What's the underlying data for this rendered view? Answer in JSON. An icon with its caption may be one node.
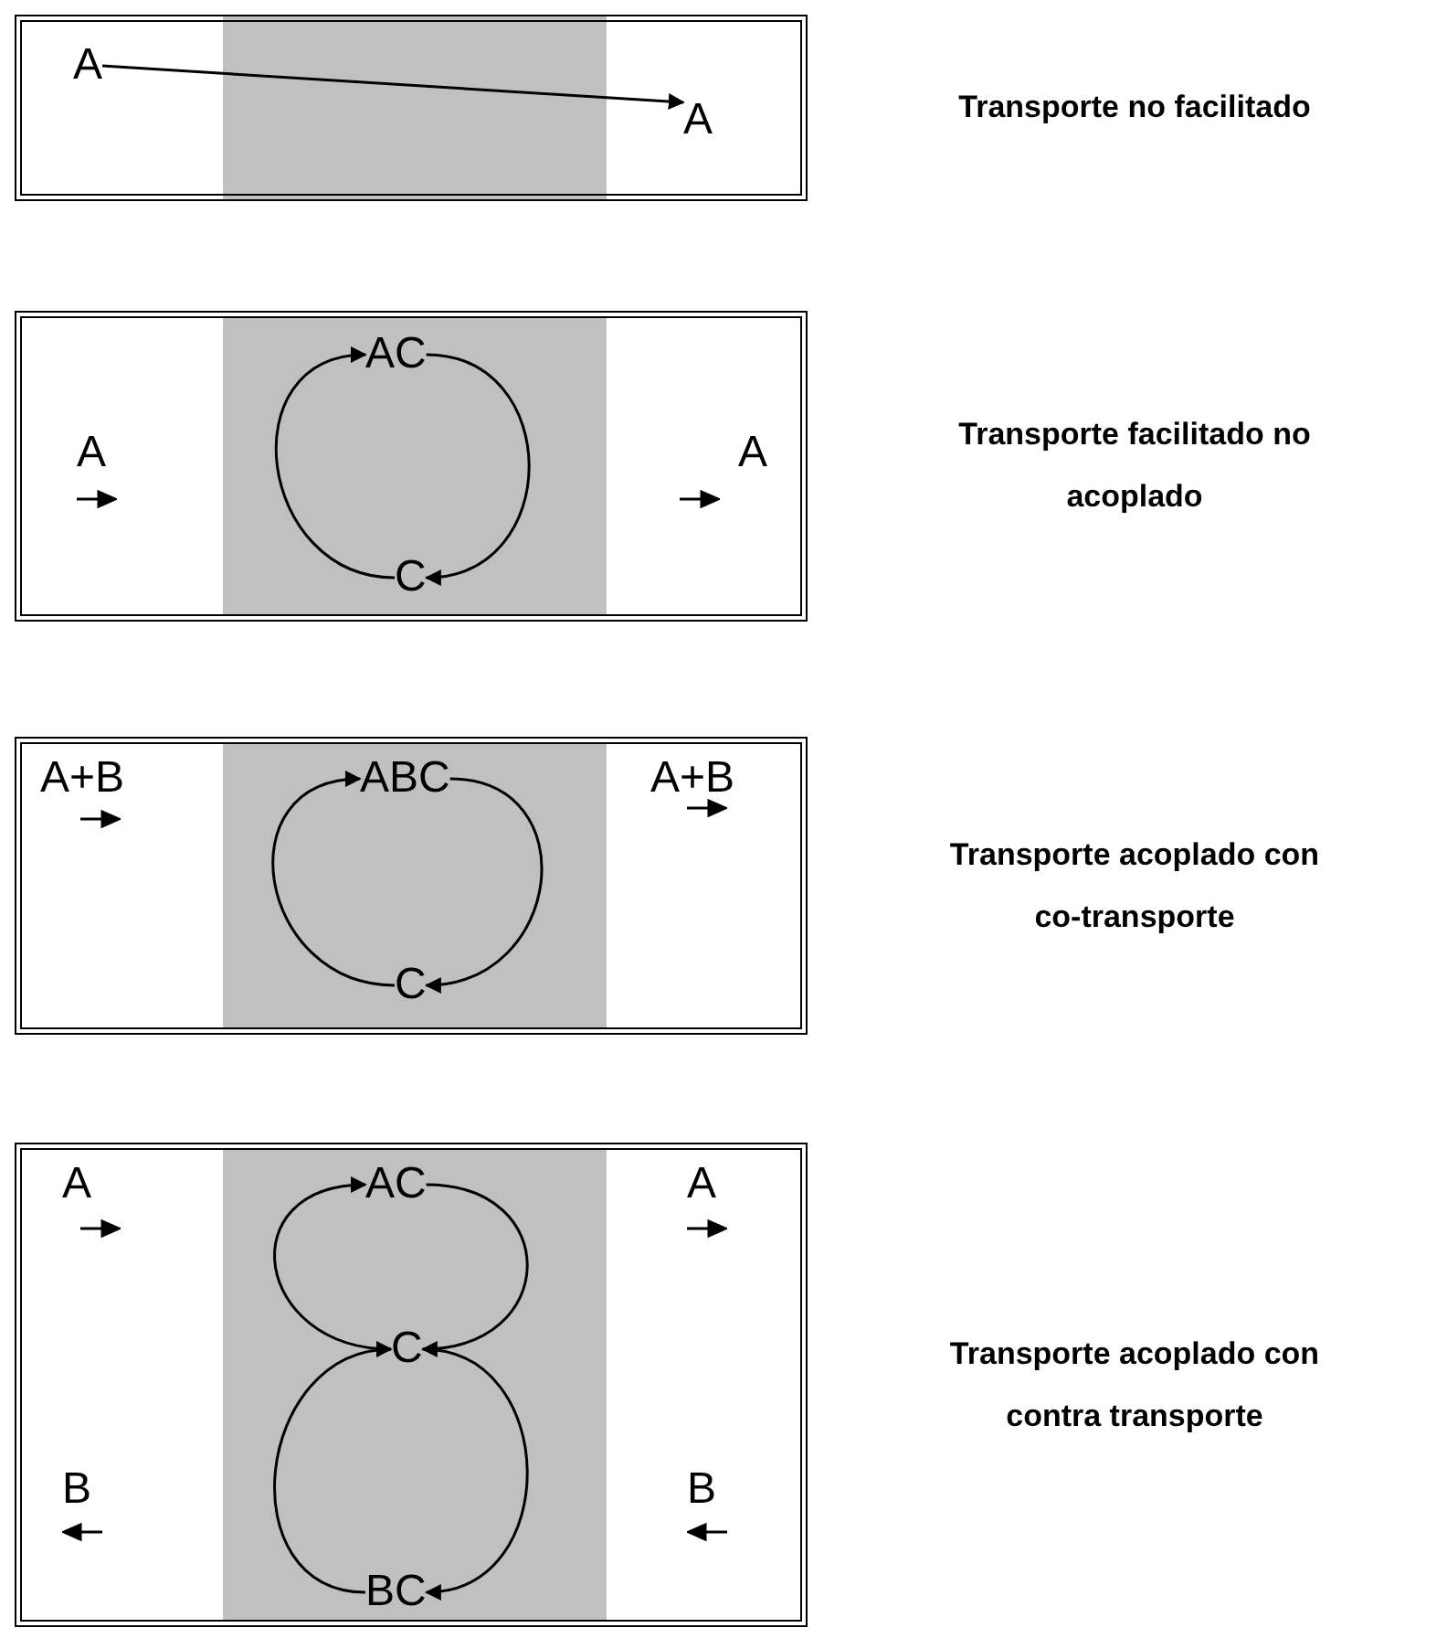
{
  "diagram": {
    "nodes": [
      {
        "text": [],
        "shape": "box"
      },
      {
        "text": [
          "A"
        ],
        "in": 0
      },
      {
        "text": [
          "A"
        ],
        "in": 0
      },
      {
        "text": [],
        "shape": "box"
      },
      {
        "text": [],
        "shape": "band",
        "in": 3
      },
      {
        "text": [
          "A"
        ],
        "in": 3
      },
      {
        "text": [
          "AC"
        ],
        "in": 4
      },
      {
        "text": [
          "C"
        ],
        "in": 4
      },
      {
        "text": [
          "A"
        ],
        "in": 3
      },
      {
        "text": [],
        "shape": "box"
      },
      {
        "text": [],
        "shape": "band",
        "in": 9
      },
      {
        "text": [
          "A+B"
        ],
        "in": 9
      },
      {
        "text": [
          "ABC"
        ],
        "in": 10
      },
      {
        "text": [
          "C"
        ],
        "in": 10
      },
      {
        "text": [
          "A+B"
        ],
        "in": 9
      },
      {
        "text": [],
        "shape": "box"
      },
      {
        "text": [],
        "shape": "band",
        "in": 15
      },
      {
        "text": [
          "A"
        ],
        "in": 15
      },
      {
        "text": [
          "AC"
        ],
        "in": 16
      },
      {
        "text": [
          "A"
        ],
        "in": 15
      },
      {
        "text": [
          "C"
        ],
        "in": 16
      },
      {
        "text": [
          "B"
        ],
        "in": 15
      },
      {
        "text": [
          "B"
        ],
        "in": 15
      },
      {
        "text": [
          "BC"
        ],
        "in": 16
      }
    ],
    "edges": [
      {
        "from": 1,
        "to": 2,
        "arrow": "to"
      },
      {
        "from": 6,
        "to": 7,
        "arrow": "to"
      },
      {
        "from": 7,
        "to": 6,
        "arrow": "to"
      },
      {
        "from": 12,
        "to": 13,
        "arrow": "to"
      },
      {
        "from": 13,
        "to": 12,
        "arrow": "to"
      },
      {
        "from": 18,
        "to": 20,
        "arrow": "to"
      },
      {
        "from": 20,
        "to": 18,
        "arrow": "to"
      },
      {
        "from": 20,
        "to": 23,
        "arrow": "to"
      },
      {
        "from": 23,
        "to": 20,
        "arrow": "to"
      }
    ],
    "labels": [
      "Transporte no facilitado",
      "Transporte facilitado no acoplado",
      "Transporte acoplado con co-transporte",
      "Transporte acoplado con contra transporte"
    ]
  }
}
